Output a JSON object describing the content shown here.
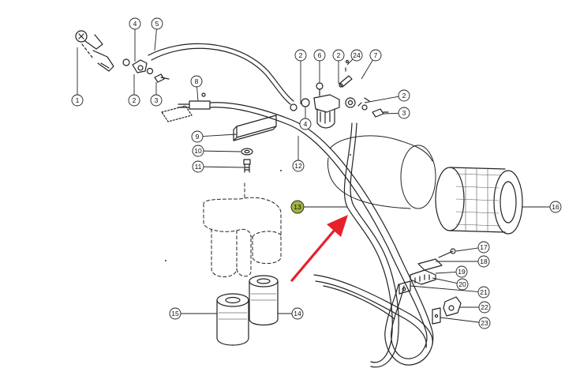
{
  "diagram": {
    "type": "exploded-parts-diagram",
    "highlight_color": "#9fb540",
    "arrow_color": "#e8202a",
    "line_color": "#222222",
    "highlighted_part": "13",
    "callouts": [
      {
        "id": "c1",
        "label": "1"
      },
      {
        "id": "c2a",
        "label": "2"
      },
      {
        "id": "c3a",
        "label": "3"
      },
      {
        "id": "c4a",
        "label": "4"
      },
      {
        "id": "c5",
        "label": "5"
      },
      {
        "id": "c8",
        "label": "8"
      },
      {
        "id": "c9",
        "label": "9"
      },
      {
        "id": "c10",
        "label": "10"
      },
      {
        "id": "c11",
        "label": "11"
      },
      {
        "id": "c2b",
        "label": "2"
      },
      {
        "id": "c6",
        "label": "6"
      },
      {
        "id": "c2c",
        "label": "2"
      },
      {
        "id": "c24",
        "label": "24"
      },
      {
        "id": "c7",
        "label": "7"
      },
      {
        "id": "c2d",
        "label": "2"
      },
      {
        "id": "c3b",
        "label": "3"
      },
      {
        "id": "c4b",
        "label": "4"
      },
      {
        "id": "c12",
        "label": "12"
      },
      {
        "id": "c13",
        "label": "13"
      },
      {
        "id": "c16",
        "label": "16"
      },
      {
        "id": "c17",
        "label": "17"
      },
      {
        "id": "c18",
        "label": "18"
      },
      {
        "id": "c19",
        "label": "19"
      },
      {
        "id": "c20",
        "label": "20"
      },
      {
        "id": "c21",
        "label": "21"
      },
      {
        "id": "c22",
        "label": "22"
      },
      {
        "id": "c23",
        "label": "23"
      },
      {
        "id": "c15",
        "label": "15"
      },
      {
        "id": "c14",
        "label": "14"
      }
    ]
  }
}
